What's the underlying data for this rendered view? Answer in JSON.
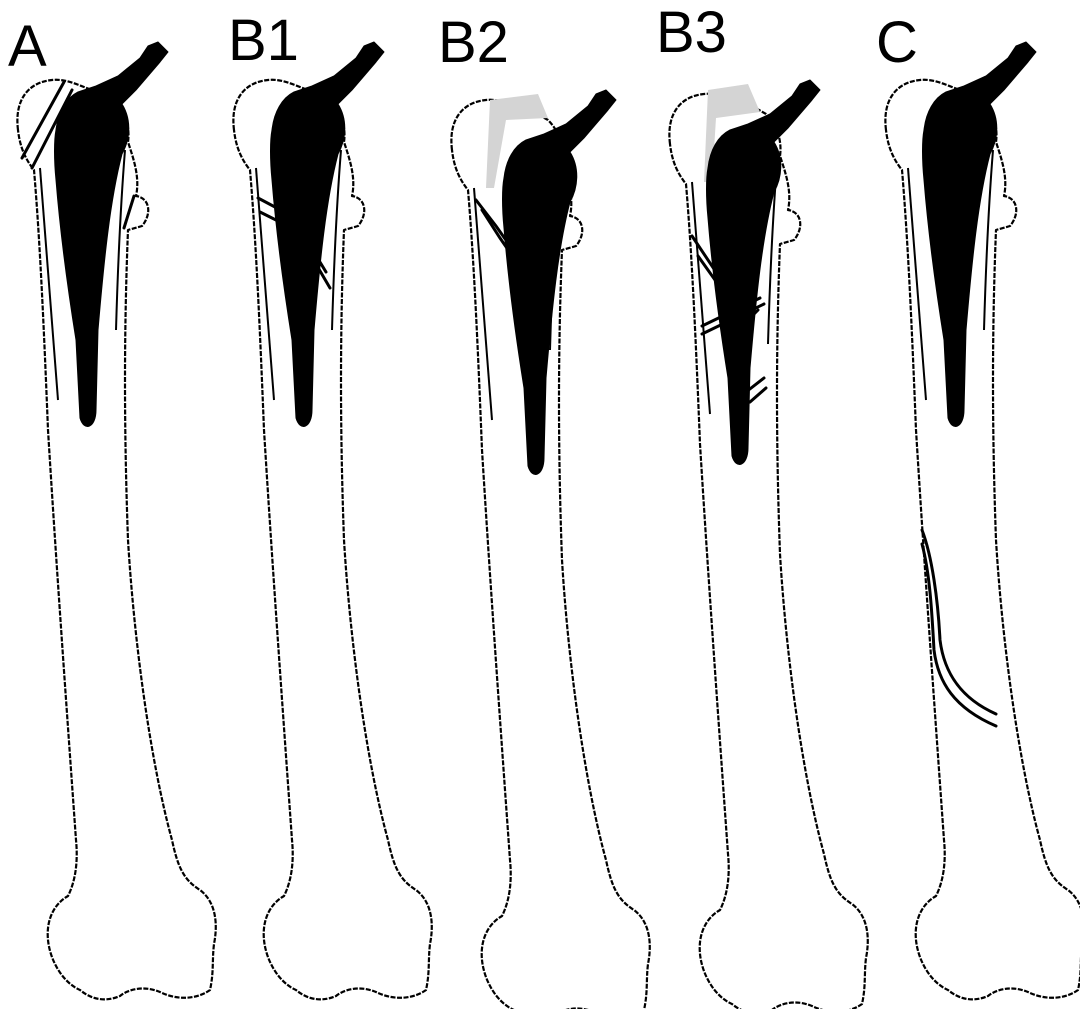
{
  "figure": {
    "panels": [
      {
        "id": "A",
        "label": "A"
      },
      {
        "id": "B1",
        "label": "B1"
      },
      {
        "id": "B2",
        "label": "B2"
      },
      {
        "id": "B3",
        "label": "B3"
      },
      {
        "id": "C",
        "label": "C"
      }
    ]
  },
  "colors": {
    "background": "#ffffff",
    "outline": "#000000",
    "implant": "#000000",
    "loosening_zone": "#d4d4d4"
  }
}
